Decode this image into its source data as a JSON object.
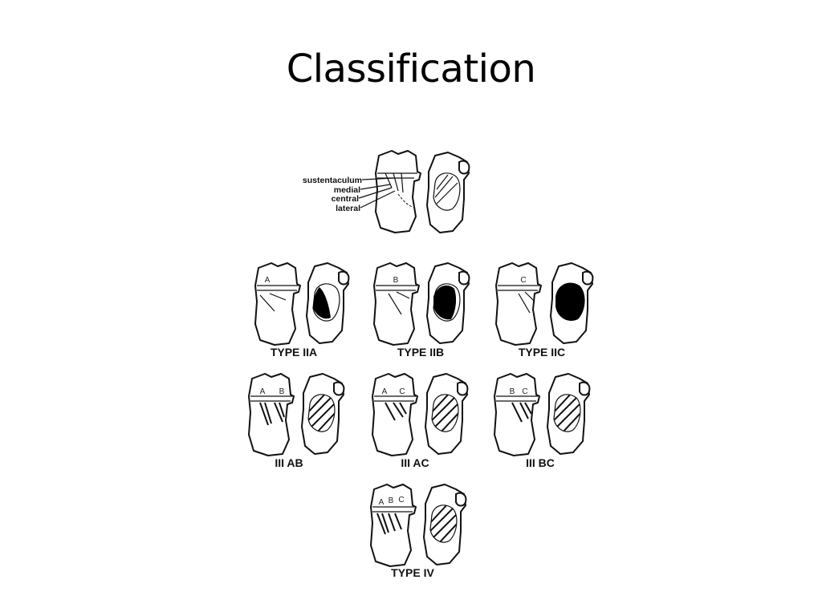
{
  "slide": {
    "title": "Classification"
  },
  "diagram": {
    "anatomy_labels": [
      "sustentaculum",
      "medial",
      "central",
      "lateral"
    ],
    "panels": [
      {
        "label": "TYPE IIA",
        "fragments": [
          "A"
        ],
        "depressed_fill": "#000000"
      },
      {
        "label": "TYPE IIB",
        "fragments": [
          "B"
        ],
        "depressed_fill": "#000000"
      },
      {
        "label": "TYPE IIC",
        "fragments": [
          "C"
        ],
        "depressed_fill": "#000000"
      },
      {
        "label": "III AB",
        "fragments": [
          "A",
          "B"
        ]
      },
      {
        "label": "III AC",
        "fragments": [
          "A",
          "C"
        ]
      },
      {
        "label": "III BC",
        "fragments": [
          "B",
          "C"
        ]
      },
      {
        "label": "TYPE IV",
        "fragments": [
          "A",
          "B",
          "C"
        ]
      }
    ]
  }
}
